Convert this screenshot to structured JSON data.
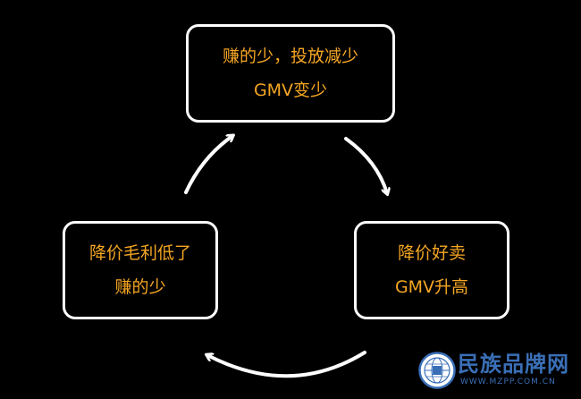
{
  "colors": {
    "background": "#000000",
    "node_border": "#ffffff",
    "node_text": "#f5a623",
    "arrow": "#ffffff",
    "watermark_name": "#3a6fb7",
    "watermark_url": "#3a6fb7"
  },
  "diagram": {
    "nodes": [
      {
        "id": "top",
        "lines": [
          "赚的少，投放减少",
          "GMV变少"
        ]
      },
      {
        "id": "right",
        "lines": [
          "降价好卖",
          "GMV升高"
        ]
      },
      {
        "id": "left",
        "lines": [
          "降价毛利低了",
          "赚的少"
        ]
      }
    ],
    "edges": [
      {
        "from": "top",
        "to": "right"
      },
      {
        "from": "right",
        "to": "left"
      },
      {
        "from": "left",
        "to": "top"
      }
    ]
  },
  "watermark": {
    "name": "民族品牌网",
    "url": "WWW.MZPP.COM.CN",
    "seal_icon": "globe-seal-icon"
  }
}
